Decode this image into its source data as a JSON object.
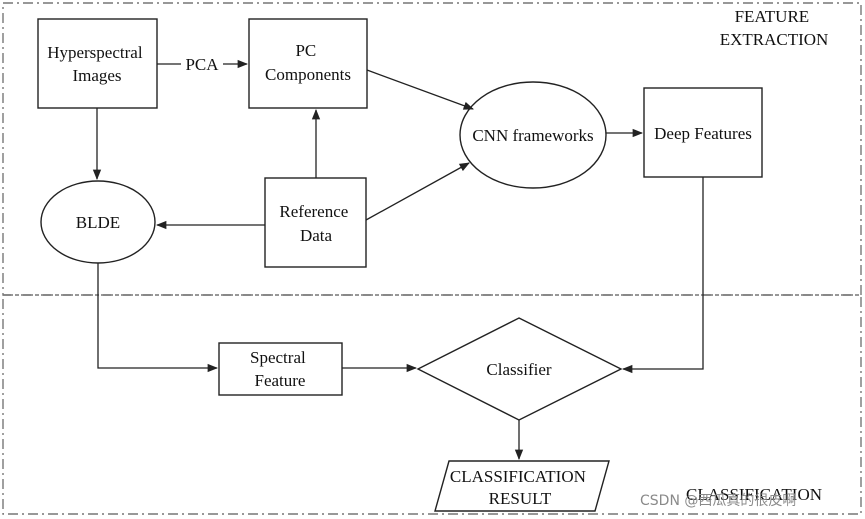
{
  "sections": {
    "feature_extraction": [
      "FEATURE",
      "EXTRACTION"
    ],
    "classification": "CLASSIFICATION"
  },
  "nodes": {
    "hyperspectral_images": [
      "Hyperspectral",
      "Images"
    ],
    "pc_components": [
      "PC",
      "Components"
    ],
    "cnn_frameworks": "CNN frameworks",
    "deep_features": "Deep Features",
    "blde": "BLDE",
    "reference_data": [
      "Reference",
      "Data"
    ],
    "spectral_feature": [
      "Spectral",
      "Feature"
    ],
    "classifier": "Classifier",
    "classification_result": [
      "CLASSIFICATION",
      "RESULT"
    ]
  },
  "edge_labels": {
    "pca": "PCA"
  },
  "watermark": "CSDN @西瓜真的很皮啊",
  "colors": {
    "stroke": "#222222",
    "dash": "#777777",
    "watermark": "#8a8a8a"
  }
}
